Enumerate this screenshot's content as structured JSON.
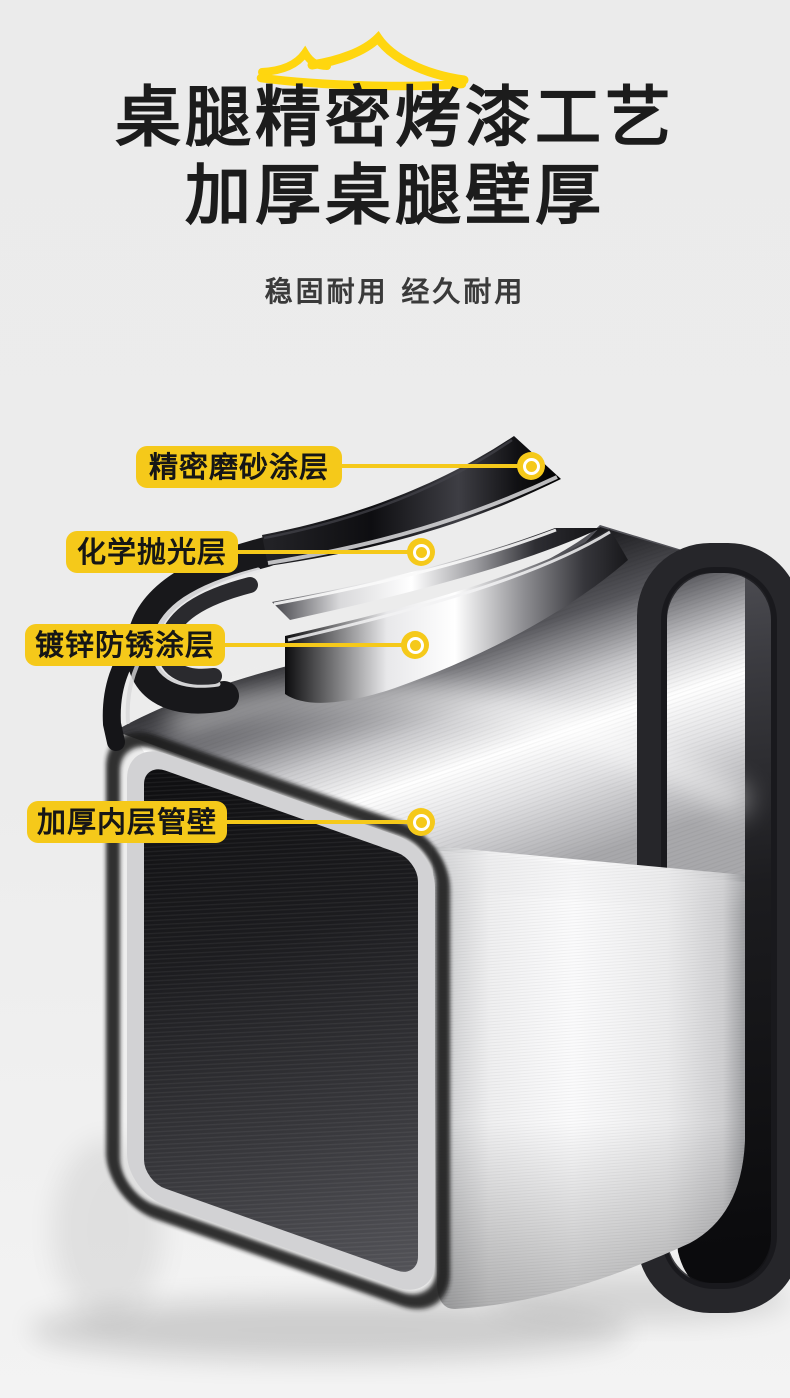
{
  "page": {
    "background": "#ececec"
  },
  "hero": {
    "crown_color": "#FFD60F",
    "title_line1": "桌腿精密烤漆工艺",
    "title_line2": "加厚桌腿壁厚",
    "subtitle": "稳固耐用 经久耐用",
    "title_color": "#1c1c1c"
  },
  "callouts": {
    "accent_color": "#F5C91A",
    "marker_style": "yellow-donut-dot",
    "items": [
      {
        "label": "精密磨砂涂层"
      },
      {
        "label": "化学抛光层"
      },
      {
        "label": "镀锌防锈涂层"
      },
      {
        "label": "加厚内层管壁"
      }
    ]
  },
  "product": {
    "kind": "square-steel-table-leg-cutaway",
    "layer_names": [
      "frosted-paint-layer",
      "chemical-polish-layer",
      "galvanized-anti-rust-layer",
      "thick-inner-tube-wall"
    ]
  }
}
